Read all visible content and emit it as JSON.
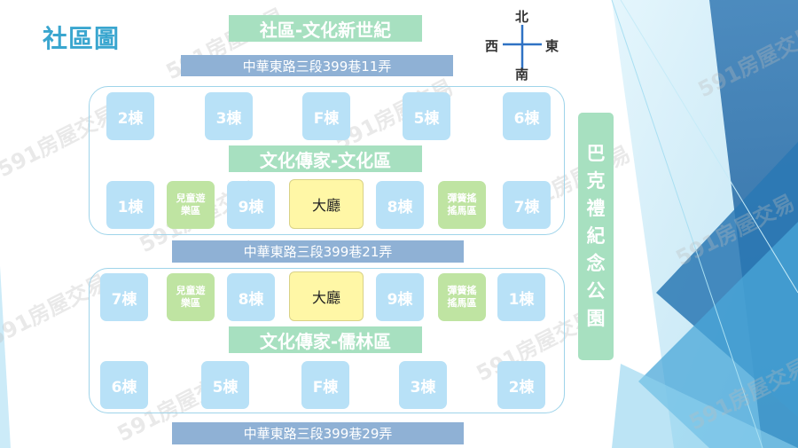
{
  "title": "社區圖",
  "community_name": "社區-文化新世紀",
  "roads": {
    "road_11": "中華東路三段399巷11弄",
    "road_21": "中華東路三段399巷21弄",
    "road_29": "中華東路三段399巷29弄"
  },
  "compass": {
    "north": "北",
    "south": "南",
    "east": "東",
    "west": "西"
  },
  "park_chars": [
    "巴",
    "克",
    "禮",
    "紀",
    "念",
    "公",
    "園"
  ],
  "wenhua": {
    "label": "文化傳家-文化區",
    "top_row": [
      "2棟",
      "3棟",
      "F棟",
      "5棟",
      "6棟"
    ],
    "bottom_row": [
      "1棟",
      "兒童遊樂區",
      "9棟",
      "大廳",
      "8棟",
      "彈簧搖搖馬區",
      "7棟"
    ]
  },
  "rulin": {
    "label": "文化傳家-儒林區",
    "top_row": [
      "7棟",
      "兒童遊樂區",
      "8棟",
      "大廳",
      "9棟",
      "彈簧搖搖馬區",
      "1棟"
    ],
    "bottom_row": [
      "6棟",
      "5棟",
      "F棟",
      "3棟",
      "2棟"
    ]
  },
  "watermark": "591房屋交易",
  "colors": {
    "title_blue": "#3aa6cf",
    "banner_green": "#a7e0c0",
    "road_blue": "#8fb1d5",
    "building_blue": "#b8e1f7",
    "amenity_green": "#bfe4a2",
    "hall_yellow": "#fff7a6"
  }
}
